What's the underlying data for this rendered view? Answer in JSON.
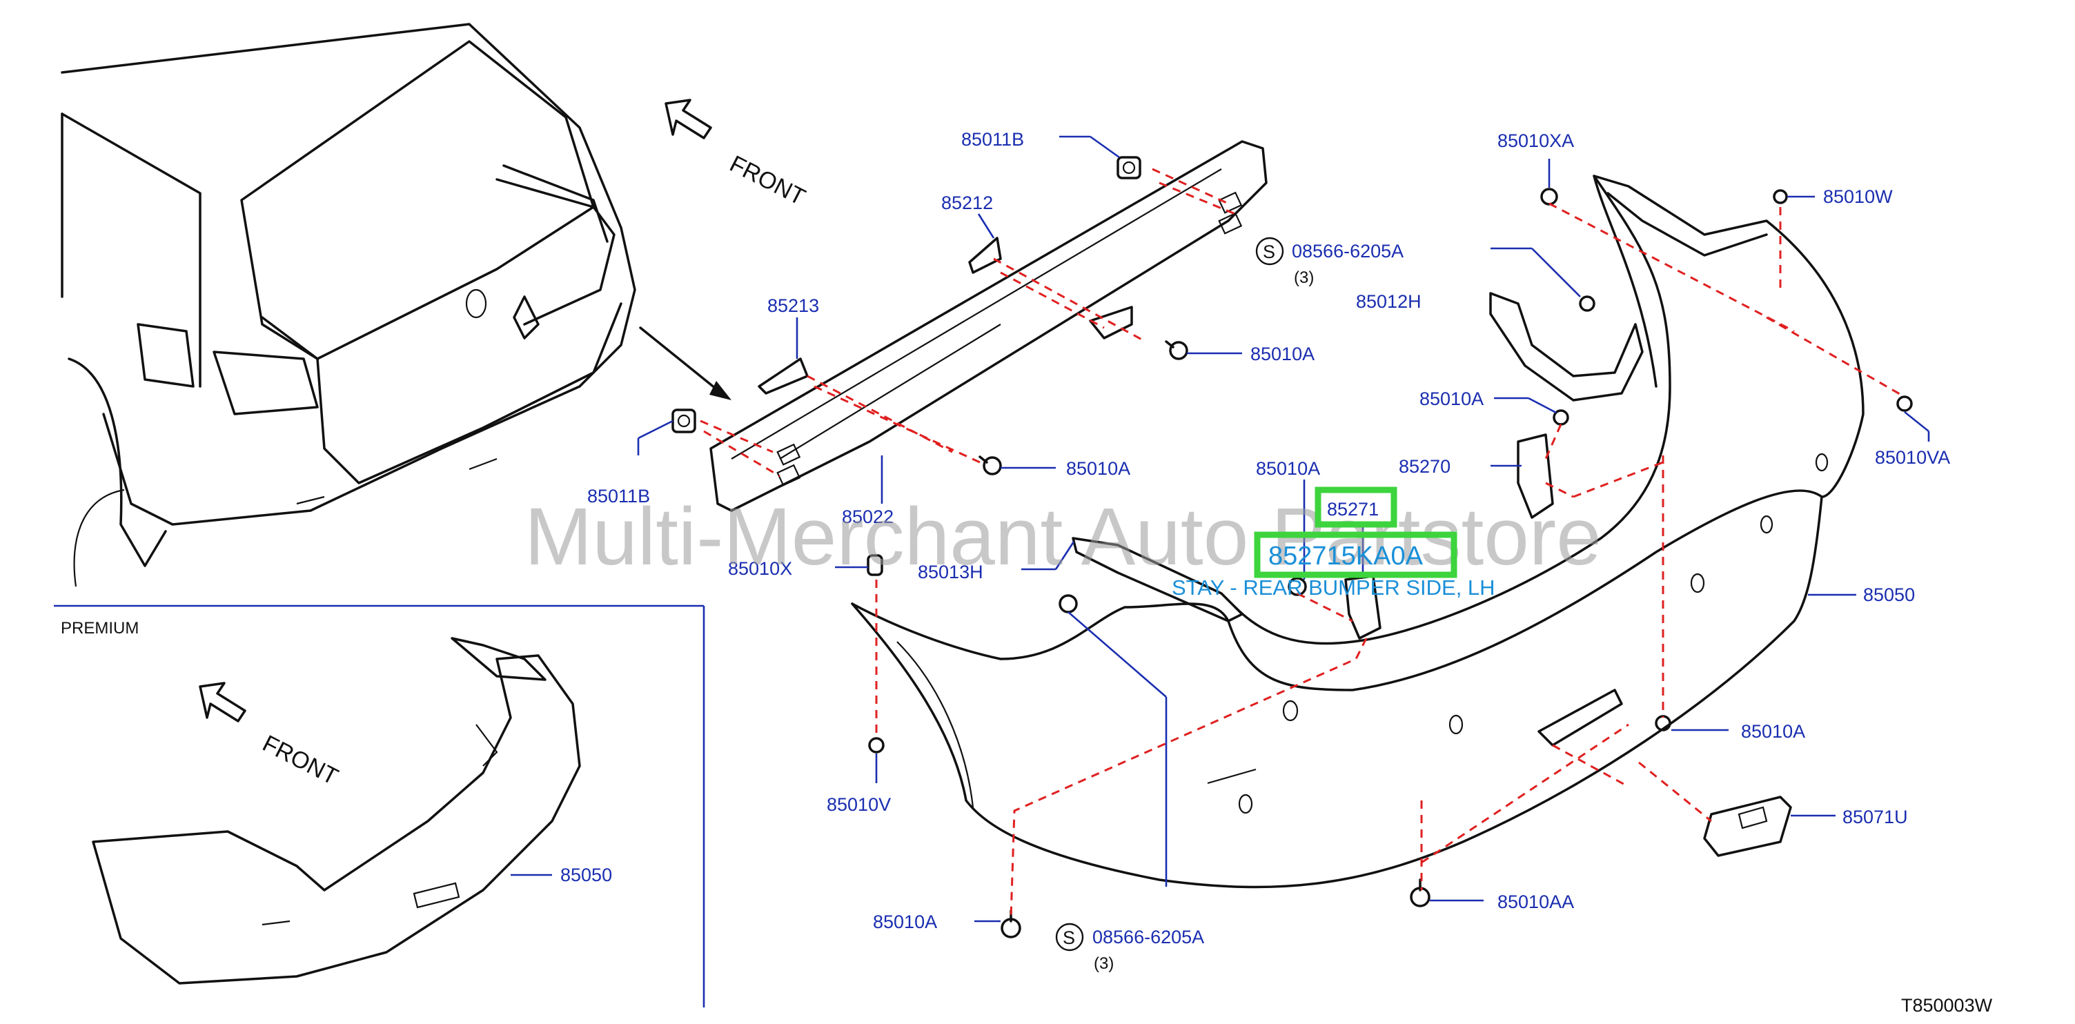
{
  "watermark": "Multi-Merchant Auto Partstore",
  "figure_id": "T850003W",
  "front_label": "FRONT",
  "premium_label": "PREMIUM",
  "highlight": {
    "part_number": "85271",
    "full_part_number": "852715KA0A",
    "description": "STAY - REAR BUMPER SIDE, LH"
  },
  "callouts": {
    "p85011B_top": "85011B",
    "p85212": "85212",
    "p85213": "85213",
    "p85011B_left": "85011B",
    "p85022": "85022",
    "p85010A_a": "85010A",
    "p85010A_b": "85010A",
    "s08566_top": "08566-6205A",
    "s08566_top_qty": "(3)",
    "p85010XA": "85010XA",
    "p85010W": "85010W",
    "p85012H": "85012H",
    "p85010A_c": "85010A",
    "p85270": "85270",
    "p85010A_d": "85010A",
    "p85010VA": "85010VA",
    "p85010X": "85010X",
    "p85013H": "85013H",
    "p85050_main": "85050",
    "p85010V": "85010V",
    "p85010A_e": "85010A",
    "p85071U": "85071U",
    "p85010A_f": "85010A",
    "s08566_bottom": "08566-6205A",
    "s08566_bottom_qty": "(3)",
    "p85010AA": "85010AA",
    "p85050_premium": "85050",
    "s_symbol": "S"
  },
  "colors": {
    "label_blue": "#1a2eb0",
    "highlight_green": "#3dd43d",
    "highlight_text": "#1a8fd8",
    "dashed_red": "#e02020",
    "line_art": "#111111"
  }
}
